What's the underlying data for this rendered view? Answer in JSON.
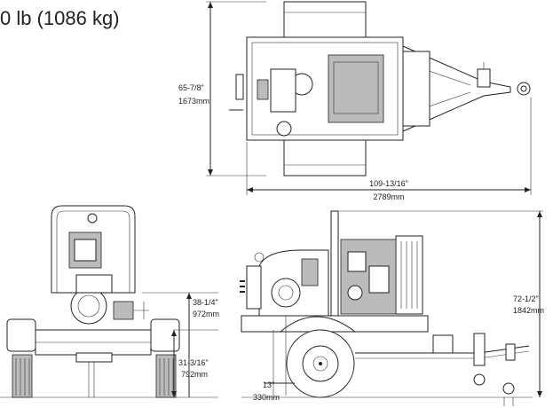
{
  "weight_text": "0 lb (1086 kg)",
  "top_fragment": "), ",
  "dimensions": {
    "width_in": "65-7/8\"",
    "width_mm": "1673mm",
    "length_in": "109-13/16\"",
    "length_mm": "2789mm",
    "height_in": "72-1/2\"",
    "height_mm": "1842mm",
    "axle_height_in": "38-1/4\"",
    "axle_height_mm": "972mm",
    "frame_height_in": "31-3/16\"",
    "frame_height_mm": "792mm",
    "offset_in": "13\"",
    "offset_mm": "330mm"
  }
}
